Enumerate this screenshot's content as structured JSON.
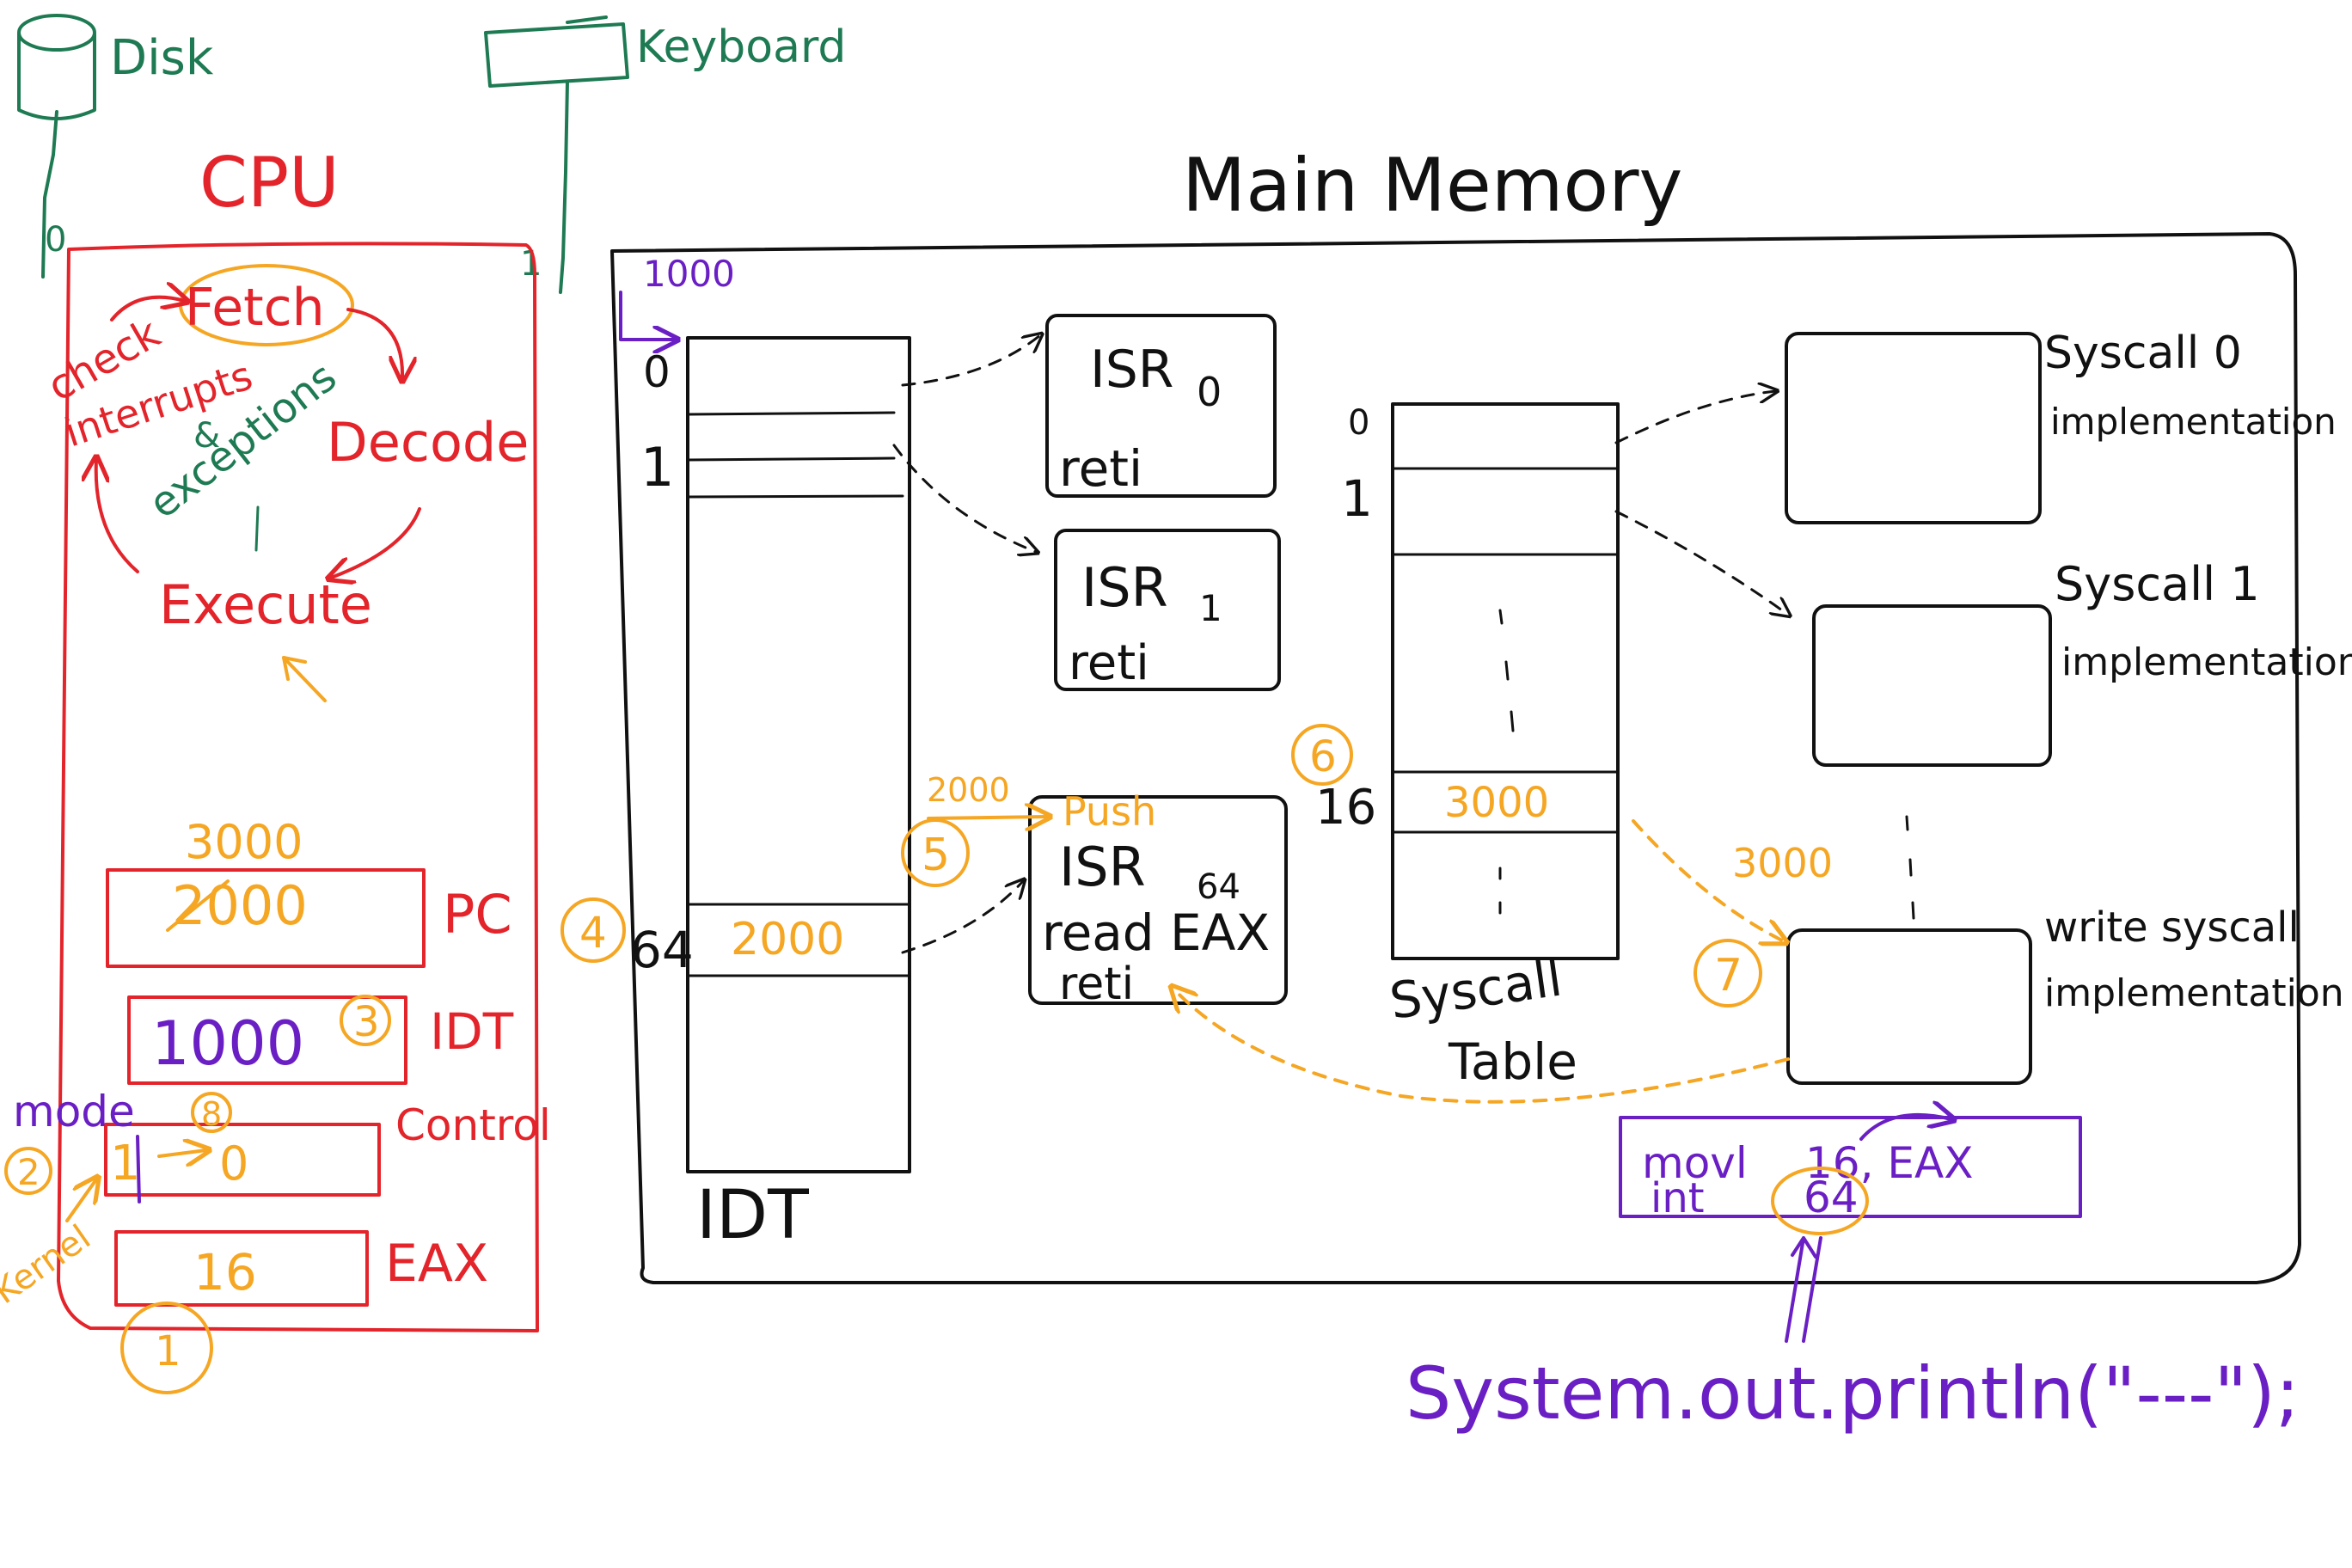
{
  "colors": {
    "green": "#1e7a52",
    "red": "#e3242b",
    "orange": "#f5a623",
    "purple": "#6a1fc4",
    "black": "#111111"
  },
  "devices": {
    "disk": "Disk",
    "keyboard": "Keyboard",
    "disk_line": "0",
    "keyboard_line": "1"
  },
  "cpu": {
    "title": "CPU",
    "cycle": {
      "fetch": "Fetch",
      "decode": "Decode",
      "execute": "Execute",
      "check": "check",
      "interrupts": "interrupts",
      "or": "&",
      "exceptions": "exceptions"
    },
    "registers": {
      "pc": {
        "label": "PC",
        "old_value": "2000",
        "new_value": "3000"
      },
      "idt": {
        "label": "IDT",
        "value": "1000",
        "step": "3"
      },
      "control": {
        "label": "Control",
        "old_value": "1",
        "new_value": "0",
        "step_before": "2",
        "step_after": "8",
        "mode": "mode",
        "kernel": "Kernel"
      },
      "eax": {
        "label": "EAX",
        "value": "16",
        "step": "1"
      }
    }
  },
  "memory": {
    "title": "Main Memory",
    "idt": {
      "label": "IDT",
      "base_address": "1000",
      "row0": "0",
      "row1": "1",
      "row64": "64",
      "entry64": "2000",
      "step": "4"
    },
    "isr0": {
      "name": "ISR",
      "index": "0",
      "ret": "reti"
    },
    "isr1": {
      "name": "ISR",
      "index": "1",
      "ret": "reti"
    },
    "isr64": {
      "push": "Push",
      "name": "ISR",
      "index": "64",
      "read": "read EAX",
      "ret": "reti",
      "address": "2000",
      "step": "5"
    },
    "syscall_table": {
      "label_line1": "Syscall",
      "label_line2": "Table",
      "row0": "0",
      "row1": "1",
      "row16": "16",
      "entry16": "3000",
      "step": "6"
    },
    "syscalls": {
      "s0_line1": "Syscall 0",
      "s0_line2": "implementation",
      "s1_line1": "Syscall 1",
      "s1_line2": "implementation",
      "write_line1": "write syscall",
      "write_line2": "implementation",
      "write_address": "3000",
      "step": "7"
    },
    "program": {
      "line1_instr": "movl",
      "line1_args": "16, EAX",
      "line2_instr": "int",
      "line2_args": "64"
    }
  },
  "source_line": "System.out.println(\"---\");"
}
